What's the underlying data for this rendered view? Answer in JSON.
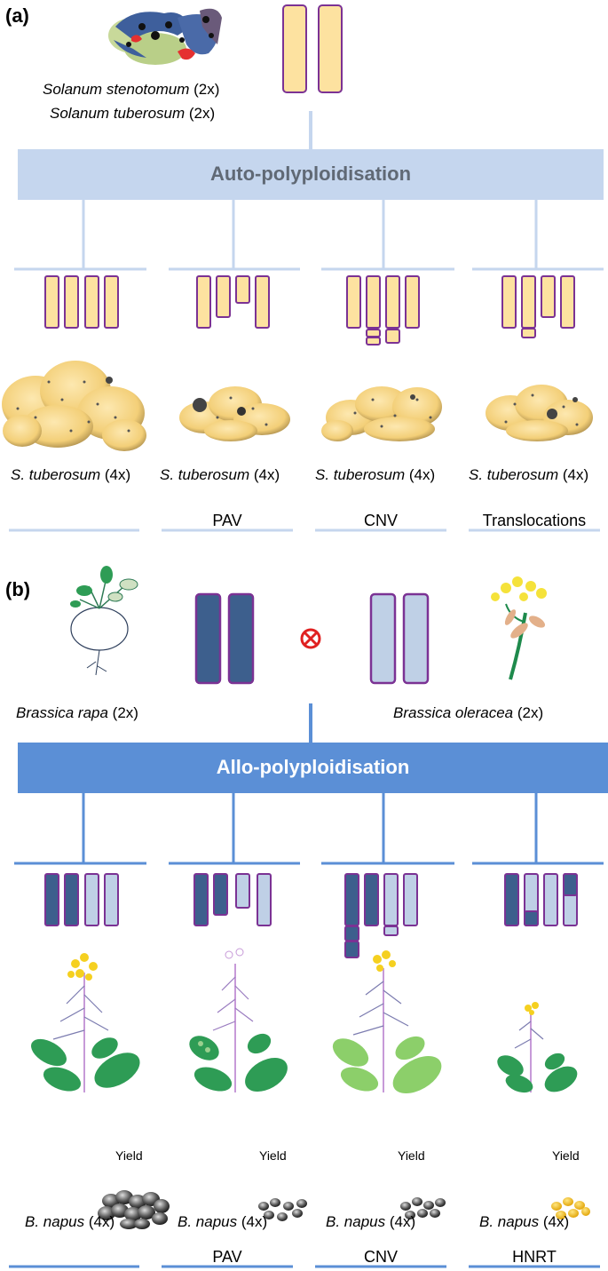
{
  "panel_a": {
    "label": "(a)",
    "parents": [
      {
        "name": "Solanum stenotomum",
        "ploidy": "(2x)"
      },
      {
        "name": "Solanum tuberosum",
        "ploidy": "(2x)"
      }
    ],
    "process": "Auto-polyploidisation",
    "branches": [
      {
        "species": "S. tuberosum",
        "ploidy": "(4x)",
        "variation": ""
      },
      {
        "species": "S. tuberosum",
        "ploidy": "(4x)",
        "variation": "PAV"
      },
      {
        "species": "S. tuberosum",
        "ploidy": "(4x)",
        "variation": "CNV"
      },
      {
        "species": "S. tuberosum",
        "ploidy": "(4x)",
        "variation": "Translocations"
      }
    ]
  },
  "panel_b": {
    "label": "(b)",
    "parents": [
      {
        "name": "Brassica rapa",
        "ploidy": "(2x)"
      },
      {
        "name": "Brassica oleracea",
        "ploidy": "(2x)"
      }
    ],
    "cross_symbol": "⊗",
    "process": "Allo-polyploidisation",
    "yield_label": "Yield",
    "branches": [
      {
        "species": "B. napus",
        "ploidy": "(4x)",
        "variation": ""
      },
      {
        "species": "B. napus",
        "ploidy": "(4x)",
        "variation": "PAV"
      },
      {
        "species": "B. napus",
        "ploidy": "(4x)",
        "variation": "CNV"
      },
      {
        "species": "B. napus",
        "ploidy": "(4x)",
        "variation": "HNRT"
      }
    ]
  },
  "colors": {
    "chromosome_yellow": "#fde2a0",
    "chromosome_outline": "#7b3294",
    "rapa_chromosome": "#3d5f8d",
    "oleracea_chromosome": "#bfd0e6",
    "band_auto": "#c5d6ee",
    "band_allo": "#5b8fd6",
    "tuber": "#f7d78a",
    "leaf": "#2e9c55",
    "leaf_light": "#8ccf6a",
    "flower": "#f5d020",
    "cross": "#e02020"
  }
}
